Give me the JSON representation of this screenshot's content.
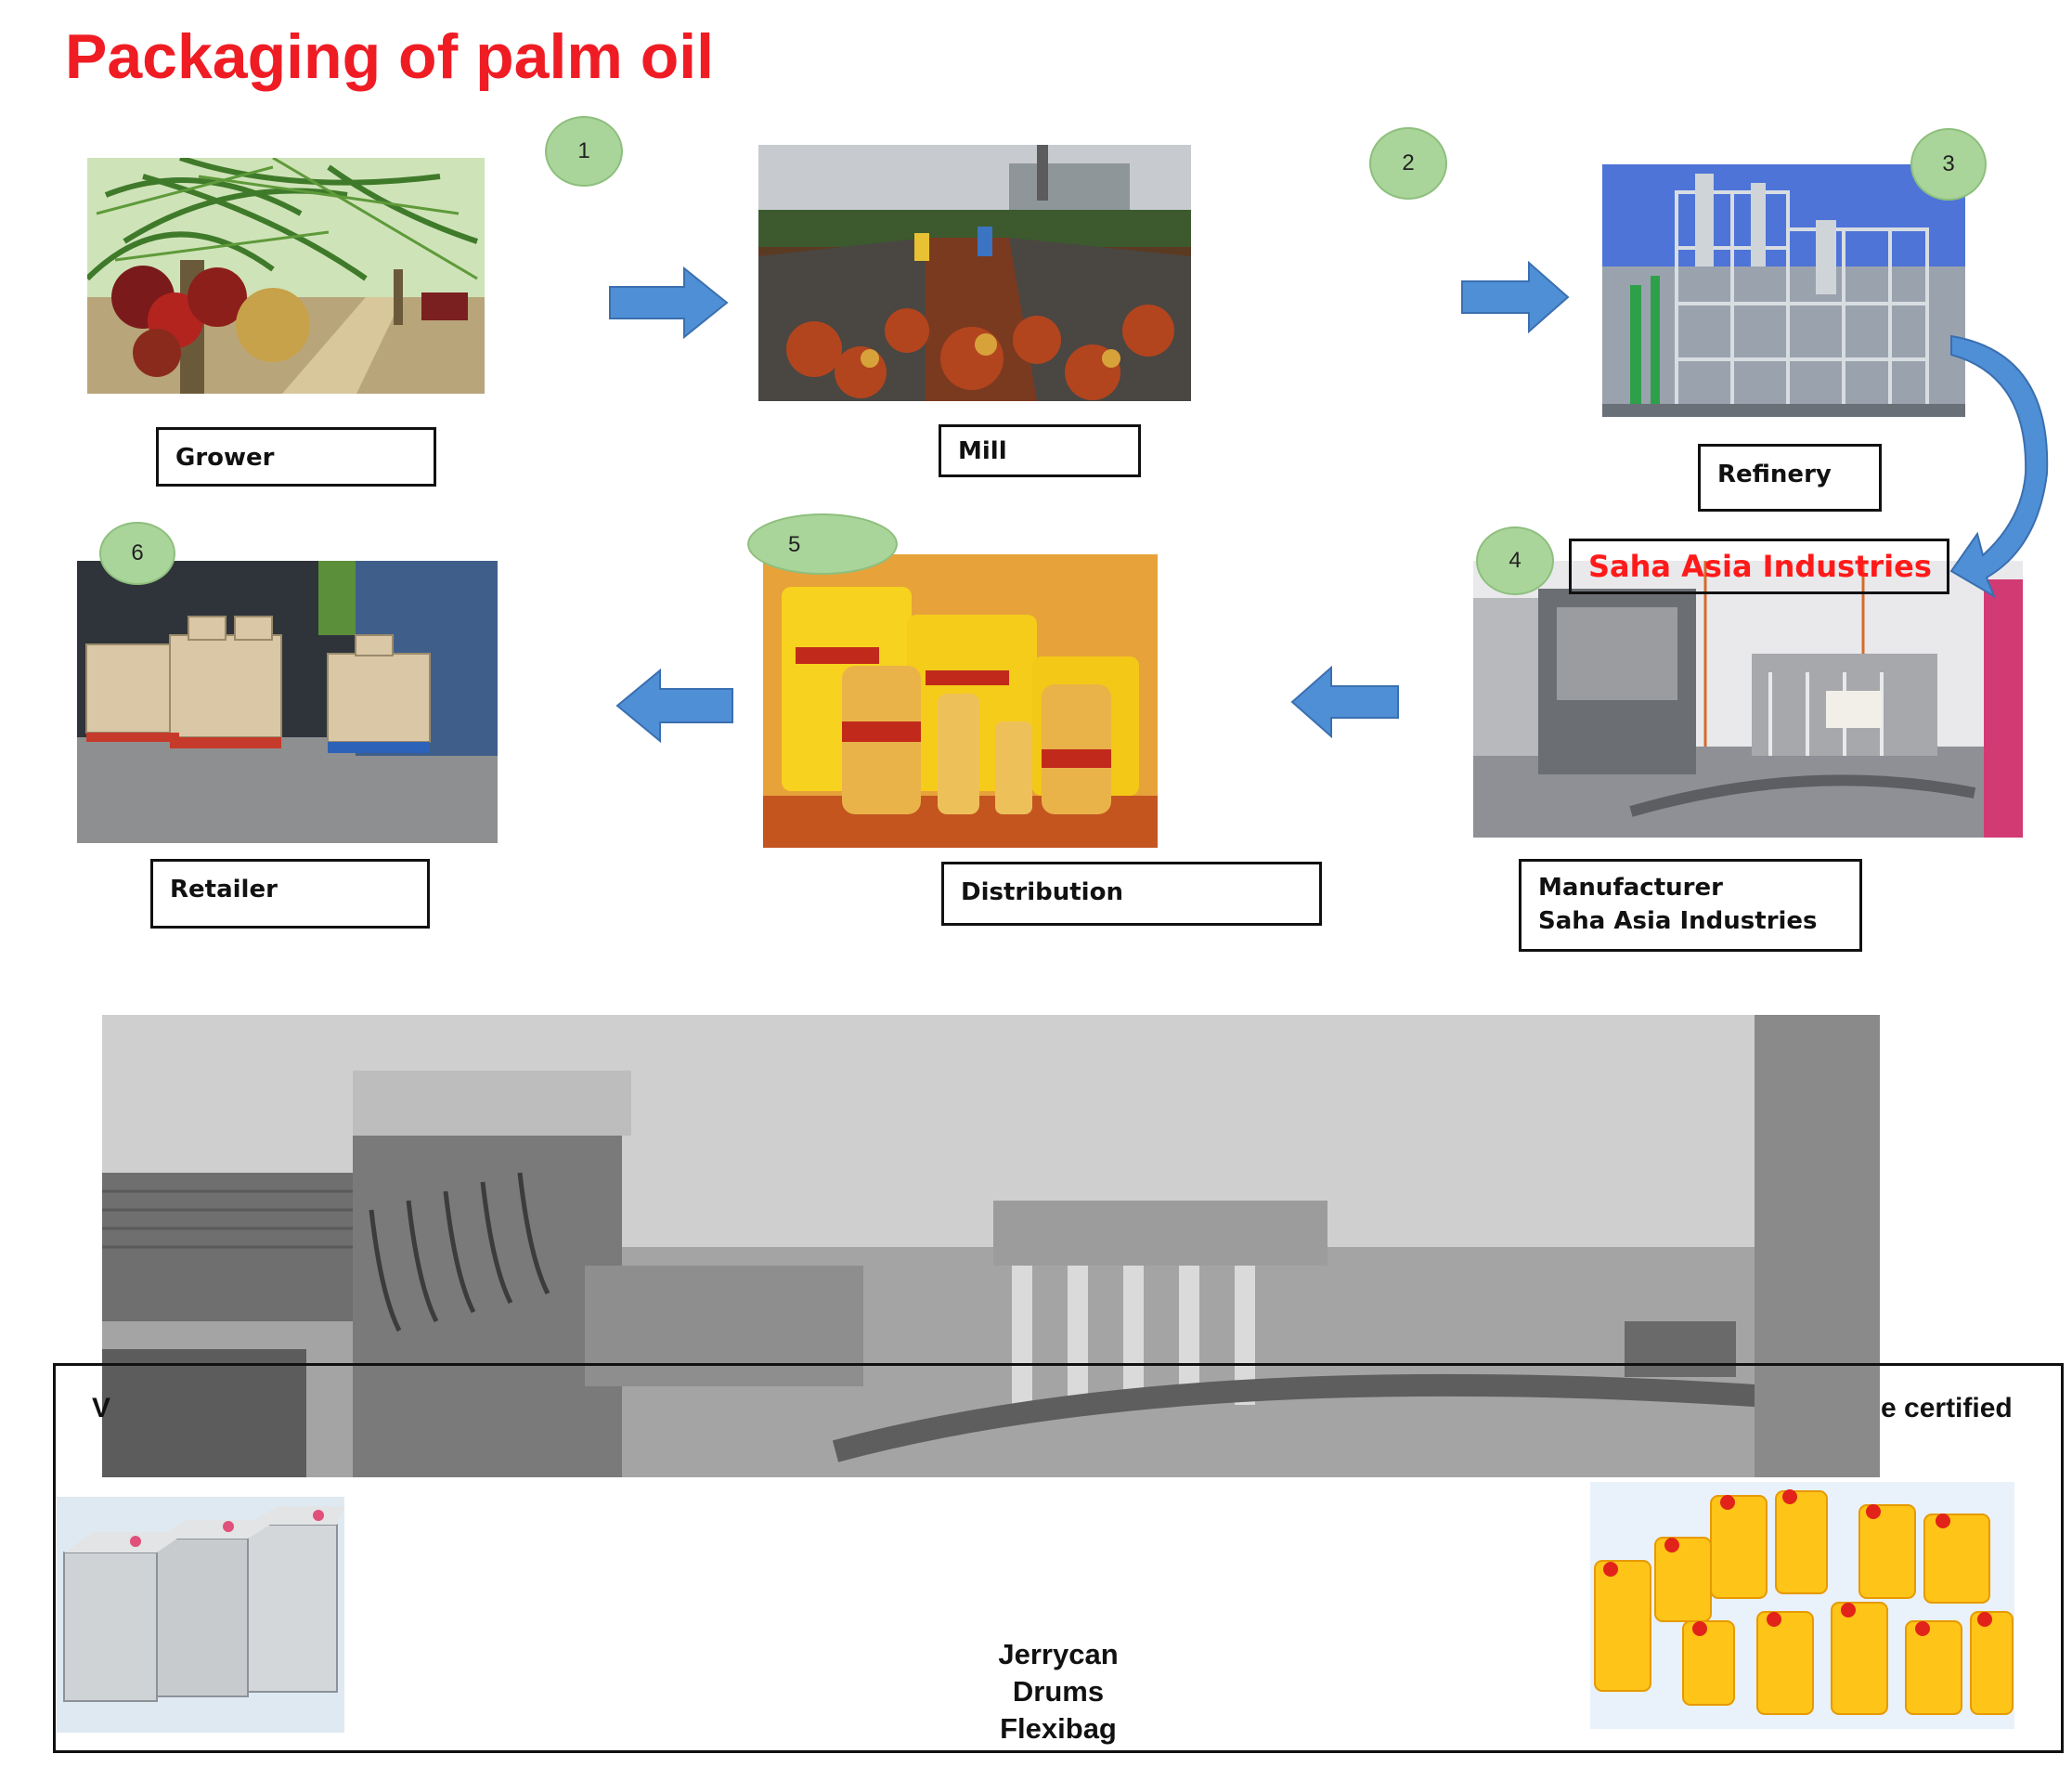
{
  "title": "Packaging of palm oil",
  "stages": [
    {
      "number": "1",
      "label": "Grower"
    },
    {
      "number": "2",
      "label": "Mill"
    },
    {
      "number": "3",
      "label": "Refinery"
    },
    {
      "number": "4",
      "label_line1": "Manufacturer",
      "label_line2": "Saha Asia Industries",
      "overlay_label": "Saha Asia Industries"
    },
    {
      "number": "5",
      "label": "Distribution"
    },
    {
      "number": "6",
      "label": "Retailer"
    }
  ],
  "bottom": {
    "left_partial": "V",
    "right_partial": "e certified",
    "packaging": [
      "Jerrycan",
      "Drums",
      "Flexibag"
    ]
  },
  "colors": {
    "title": "#ef1c24",
    "arrow": "#4f8fd6",
    "badge": "#a9d59a",
    "overlay_text": "#ff1a1a"
  }
}
